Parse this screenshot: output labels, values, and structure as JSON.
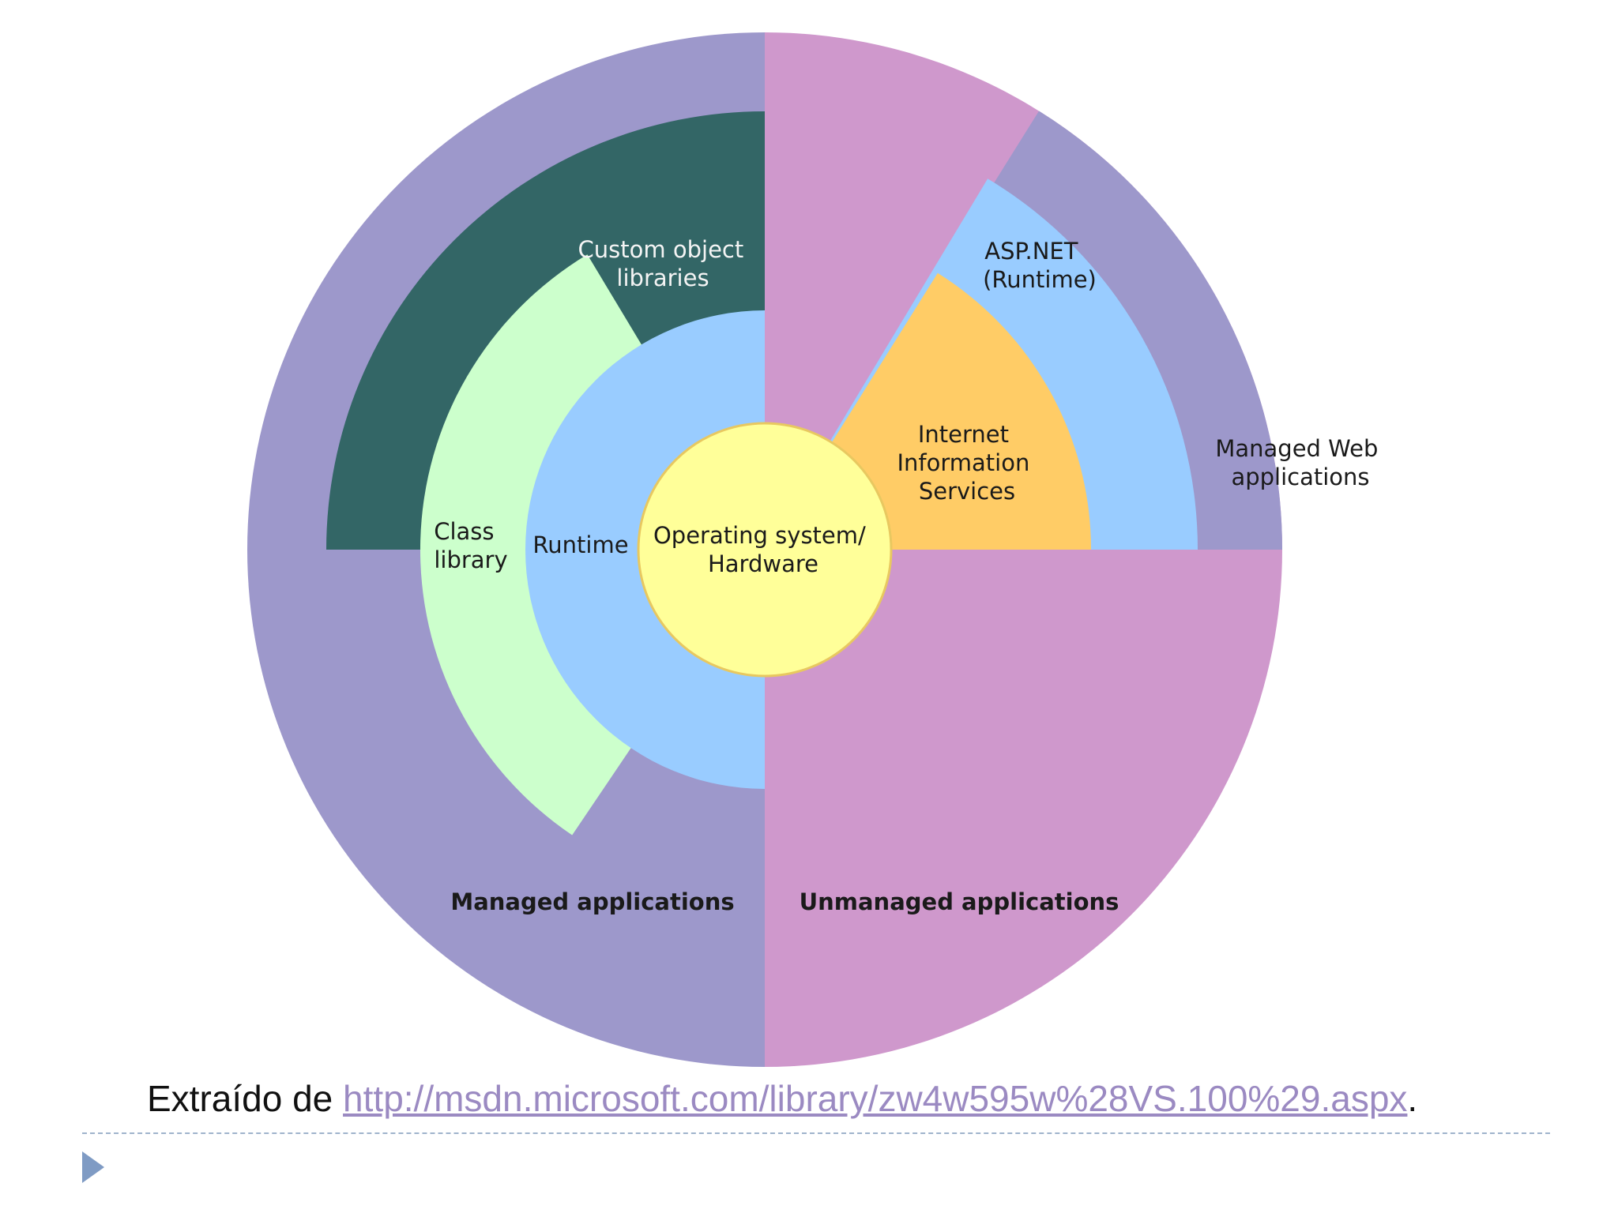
{
  "diagram": {
    "labels": {
      "os_hardware": [
        "Operating system/",
        "Hardware"
      ],
      "runtime": "Runtime",
      "class_library": [
        "Class",
        "library"
      ],
      "custom_object_libraries": [
        "Custom object",
        "libraries"
      ],
      "iis": [
        "Internet",
        "Information",
        "Services"
      ],
      "aspnet": [
        "ASP.NET",
        "(Runtime)"
      ],
      "managed_web_applications": [
        "Managed Web",
        "applications"
      ],
      "managed_applications": "Managed applications",
      "unmanaged_applications": "Unmanaged applications"
    },
    "colors": {
      "managed_outer": "#9d98cb",
      "unmanaged_outer": "#cf98cc",
      "custom_object_libraries": "#336666",
      "class_library": "#ccffcc",
      "runtime": "#99ccff",
      "os_hardware": "#ffff99",
      "iis": "#ffcc66",
      "aspnet": "#99ccff",
      "managed_web": "#9d98cb"
    }
  },
  "caption": {
    "prefix": "Extraído de ",
    "link": "http://msdn.microsoft.com/library/zw4w595w%28VS.100%29.aspx",
    "suffix": "."
  }
}
